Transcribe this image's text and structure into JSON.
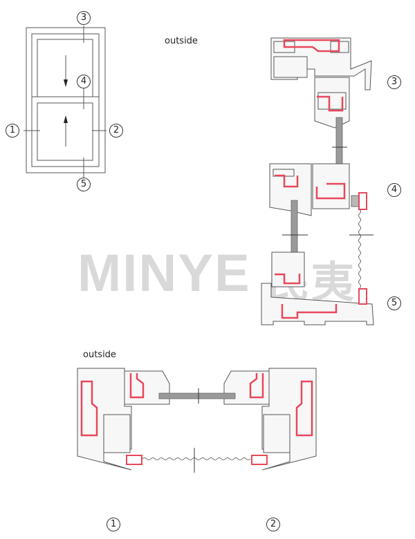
{
  "labels": {
    "outside_top": "outside",
    "outside_bottom": "outside"
  },
  "callouts": {
    "c1": "1",
    "c2": "2",
    "c3": "3",
    "c4": "4",
    "c5": "5"
  },
  "watermark": {
    "latin": "MINYE",
    "cjk": "民夷"
  },
  "colors": {
    "line": "#555555",
    "profile_fill": "#f4f4f4",
    "reinforcement": "#e8475a",
    "glass": "#9a9a9a",
    "watermark": "#d9d9d9"
  },
  "diagrams": {
    "elevation": "single-hung window elevation with sections 1-5",
    "vertical_section": "vertical section through head, meeting rail and sill (3, 4, 5)",
    "horizontal_section": "horizontal section through jambs (1, 2)"
  }
}
